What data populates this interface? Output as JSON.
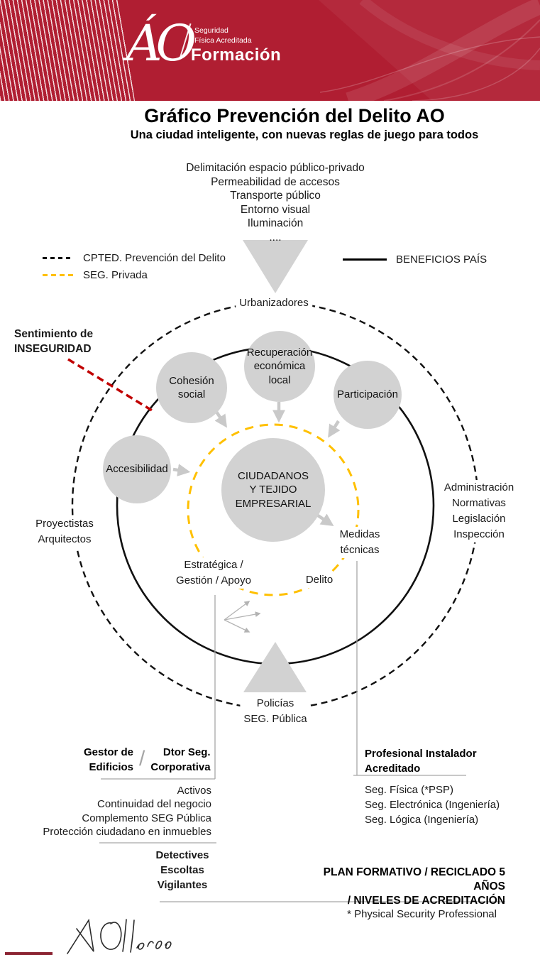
{
  "header": {
    "monogram": "ÁO",
    "tagline": "Seguridad\nFísica Acreditada",
    "brand": "Formación"
  },
  "title": "Gráfico Prevención del Delito AO",
  "subtitle": "Una ciudad inteligente, con nuevas reglas de juego para todos",
  "cpted_factors": [
    "Delimitación espacio público-privado",
    "Permeabilidad de accesos",
    "Transporte público",
    "Entorno visual",
    "Iluminación",
    "...."
  ],
  "legend": {
    "cpted": "CPTED. Prevención del Delito",
    "seg_privada": "SEG. Privada",
    "beneficios_pais": "BENEFICIOS PAÍS"
  },
  "diagram": {
    "top_actor": "Urbanizadores",
    "insecurity": "Sentimiento de\nINSEGURIDAD",
    "left_actors": "Proyectistas\nArquitectos",
    "right_actors": [
      "Administración",
      "Normativas",
      "Legislación",
      "Inspección"
    ],
    "bottom_actor": "Policías\nSEG. Pública",
    "nodes": {
      "cohesion": "Cohesión\nsocial",
      "recuperacion": "Recuperación\neconómica\nlocal",
      "participacion": "Participación",
      "accesibilidad": "Accesibilidad",
      "center": "CIUDADANOS\nY TEJIDO\nEMPRESARIAL"
    },
    "labels": {
      "estrategica": "Estratégica /\nGestión / Apoyo",
      "medidas": "Medidas\ntécnicas",
      "delito": "Delito"
    }
  },
  "sections": {
    "building": {
      "header_left": "Gestor de\nEdificios",
      "header_right": "Dtor Seg.\nCorporativa",
      "items": [
        "Activos",
        "Continuidad del negocio",
        "Complemento SEG Pública",
        "Protección ciudadano en inmuebles"
      ]
    },
    "guards": [
      "Detectives",
      "Escoltas",
      "Vigilantes"
    ],
    "installer": {
      "header": "Profesional Instalador\nAcreditado",
      "items": [
        "Seg. Física (*PSP)",
        "Seg. Electrónica (Ingeniería)",
        "Seg. Lógica (Ingeniería)"
      ]
    },
    "plan": "PLAN FORMATIVO / RECICLADO 5 AÑOS\n/ NIVELES DE ACREDITACIÓN",
    "footnote": "* Physical Security Professional"
  },
  "colors": {
    "header_bg": "#b01e32",
    "node_gray": "#d2d2d2",
    "seg_privada_yellow": "#ffc000",
    "insecurity_red": "#c00000"
  }
}
